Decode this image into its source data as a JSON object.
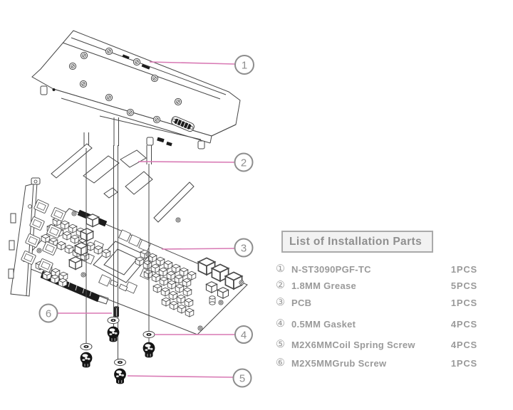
{
  "colors": {
    "line": "#474747",
    "leader_pink": "#d879b4",
    "text_gray": "#8f8f8f",
    "title_box_bg": "#f2f2f2",
    "title_box_border": "#aaaaaa"
  },
  "diagram": {
    "callouts": [
      {
        "n": "1"
      },
      {
        "n": "2"
      },
      {
        "n": "3"
      },
      {
        "n": "4"
      },
      {
        "n": "5"
      },
      {
        "n": "6"
      }
    ]
  },
  "parts_list": {
    "title": "List of Installation Parts",
    "items": [
      {
        "num": "①",
        "name": "N-ST3090PGF-TC",
        "qty": "1PCS"
      },
      {
        "num": "②",
        "name": "1.8MM Grease",
        "qty": "5PCS"
      },
      {
        "num": "③",
        "name": "PCB",
        "qty": "1PCS"
      },
      {
        "num": "④",
        "name": "0.5MM Gasket",
        "qty": "4PCS"
      },
      {
        "num": "⑤",
        "name": "M2X6MMCoil Spring Screw",
        "qty": "4PCS"
      },
      {
        "num": "⑥",
        "name": "M2X5MMGrub Screw",
        "qty": "1PCS"
      }
    ]
  }
}
